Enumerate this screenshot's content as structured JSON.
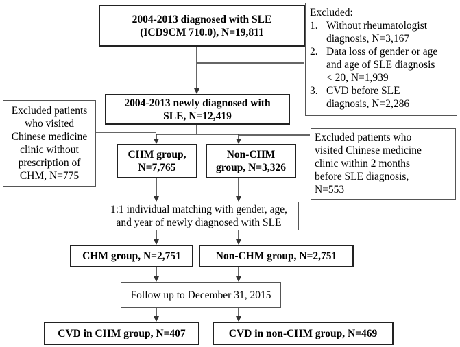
{
  "flowchart": {
    "box_sle": {
      "line1": "2004-2013 diagnosed with SLE",
      "line2": "(ICD9CM 710.0), N=19,811"
    },
    "excluded_top": {
      "title": "Excluded:",
      "items": [
        {
          "num": "1.",
          "lines": [
            "Without rheumatologist",
            "diagnosis, N=3,167"
          ]
        },
        {
          "num": "2.",
          "lines": [
            "Data loss of gender or age",
            "and age of SLE diagnosis",
            "< 20, N=1,939"
          ]
        },
        {
          "num": "3.",
          "lines": [
            "CVD before SLE",
            "diagnosis, N=2,286"
          ]
        }
      ]
    },
    "box_new": {
      "line1": "2004-2013 newly diagnosed with",
      "line2": "SLE, N=12,419"
    },
    "excluded_left": {
      "lines": [
        "Excluded patients",
        "who visited",
        "Chinese medicine",
        "clinic without",
        "prescription of",
        "CHM, N=775"
      ]
    },
    "box_chm": {
      "line1": "CHM group,",
      "line2": "N=7,765"
    },
    "box_nonchm": {
      "line1": "Non-CHM",
      "line2": "group, N=3,326"
    },
    "excluded_right": {
      "lines": [
        "Excluded patients who",
        "visited Chinese medicine",
        "clinic within 2 months",
        "before SLE diagnosis,",
        "N=553"
      ]
    },
    "box_matching": {
      "line1": "1:1 individual matching with gender, age,",
      "line2": "and year of newly diagnosed with SLE"
    },
    "box_chm_matched": {
      "label": "CHM group, N=2,751"
    },
    "box_nonchm_matched": {
      "label": "Non-CHM group, N=2,751"
    },
    "box_followup": {
      "label": "Follow up to December 31, 2015"
    },
    "box_cvd_chm": {
      "label": "CVD in CHM group, N=407"
    },
    "box_cvd_nonchm": {
      "label": "CVD in non-CHM group, N=469"
    }
  }
}
